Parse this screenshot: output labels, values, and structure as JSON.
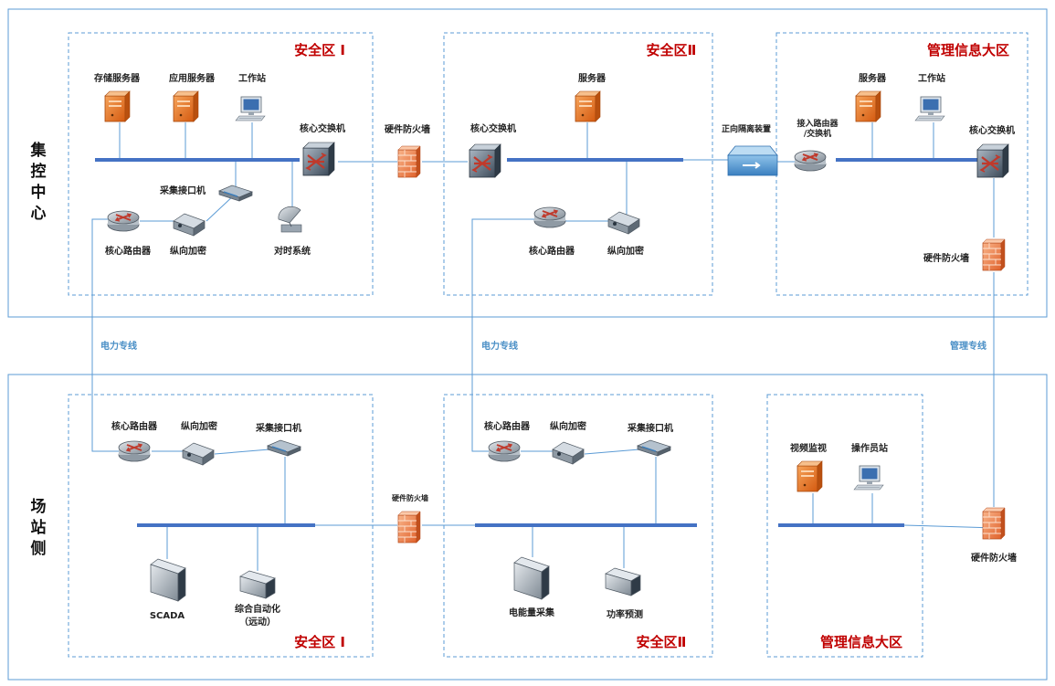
{
  "side_labels": {
    "top": [
      "集",
      "控",
      "中",
      "心"
    ],
    "bottom": [
      "场",
      "站",
      "侧"
    ]
  },
  "zones": {
    "top_zone1": "安全区 I",
    "top_zone2": "安全区Ⅱ",
    "top_zone3": "管理信息大区",
    "bottom_zone1": "安全区 I",
    "bottom_zone2": "安全区Ⅱ",
    "bottom_zone3": "管理信息大区"
  },
  "links": {
    "power_line_1": "电力专线",
    "power_line_2": "电力专线",
    "mgmt_line": "管理专线"
  },
  "top": {
    "storage_server": "存储服务器",
    "app_server": "应用服务器",
    "workstation1": "工作站",
    "core_switch1": "核心交换机",
    "collector1": "采集接口机",
    "core_router1": "核心路由器",
    "vertical_enc1": "纵向加密",
    "time_sync": "对时系统",
    "firewall1": "硬件防火墙",
    "core_switch2": "核心交换机",
    "server2": "服务器",
    "core_router2": "核心路由器",
    "vertical_enc2": "纵向加密",
    "isolation": "正向隔离装置",
    "access_router_1": "接入路由器",
    "access_router_2": "/交换机",
    "server3": "服务器",
    "workstation3": "工作站",
    "core_switch3": "核心交换机",
    "firewall3": "硬件防火墙"
  },
  "bottom": {
    "core_router1": "核心路由器",
    "vertical_enc1": "纵向加密",
    "collector1": "采集接口机",
    "scada": "SCADA",
    "auto_1": "综合自动化",
    "auto_2": "（远动）",
    "firewall_mid": "硬件防火墙",
    "core_router2": "核心路由器",
    "vertical_enc2": "纵向加密",
    "collector2": "采集接口机",
    "energy": "电能量采集",
    "power_forecast": "功率预测",
    "video": "视频监视",
    "operator": "操作员站",
    "firewall_right": "硬件防火墙"
  }
}
